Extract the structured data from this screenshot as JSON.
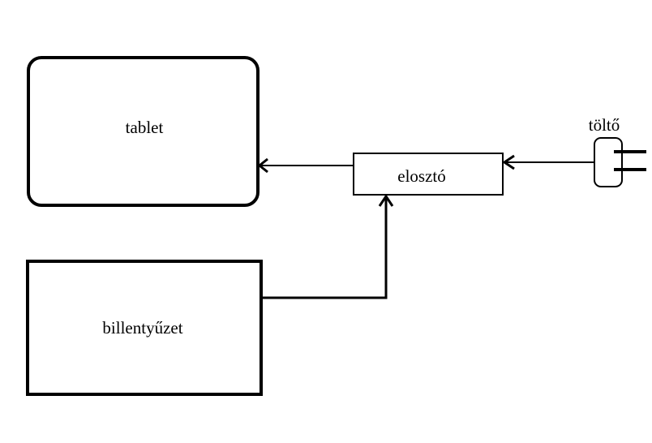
{
  "diagram": {
    "nodes": {
      "tablet": {
        "label": "tablet"
      },
      "keyboard": {
        "label": "billentyűzet"
      },
      "splitter": {
        "label": "elosztó"
      },
      "charger": {
        "label": "töltő"
      }
    },
    "edges": [
      {
        "from": "splitter",
        "to": "tablet"
      },
      {
        "from": "charger",
        "to": "splitter"
      },
      {
        "from": "keyboard",
        "to": "splitter"
      }
    ],
    "colors": {
      "stroke": "#000000",
      "background": "#ffffff"
    }
  }
}
